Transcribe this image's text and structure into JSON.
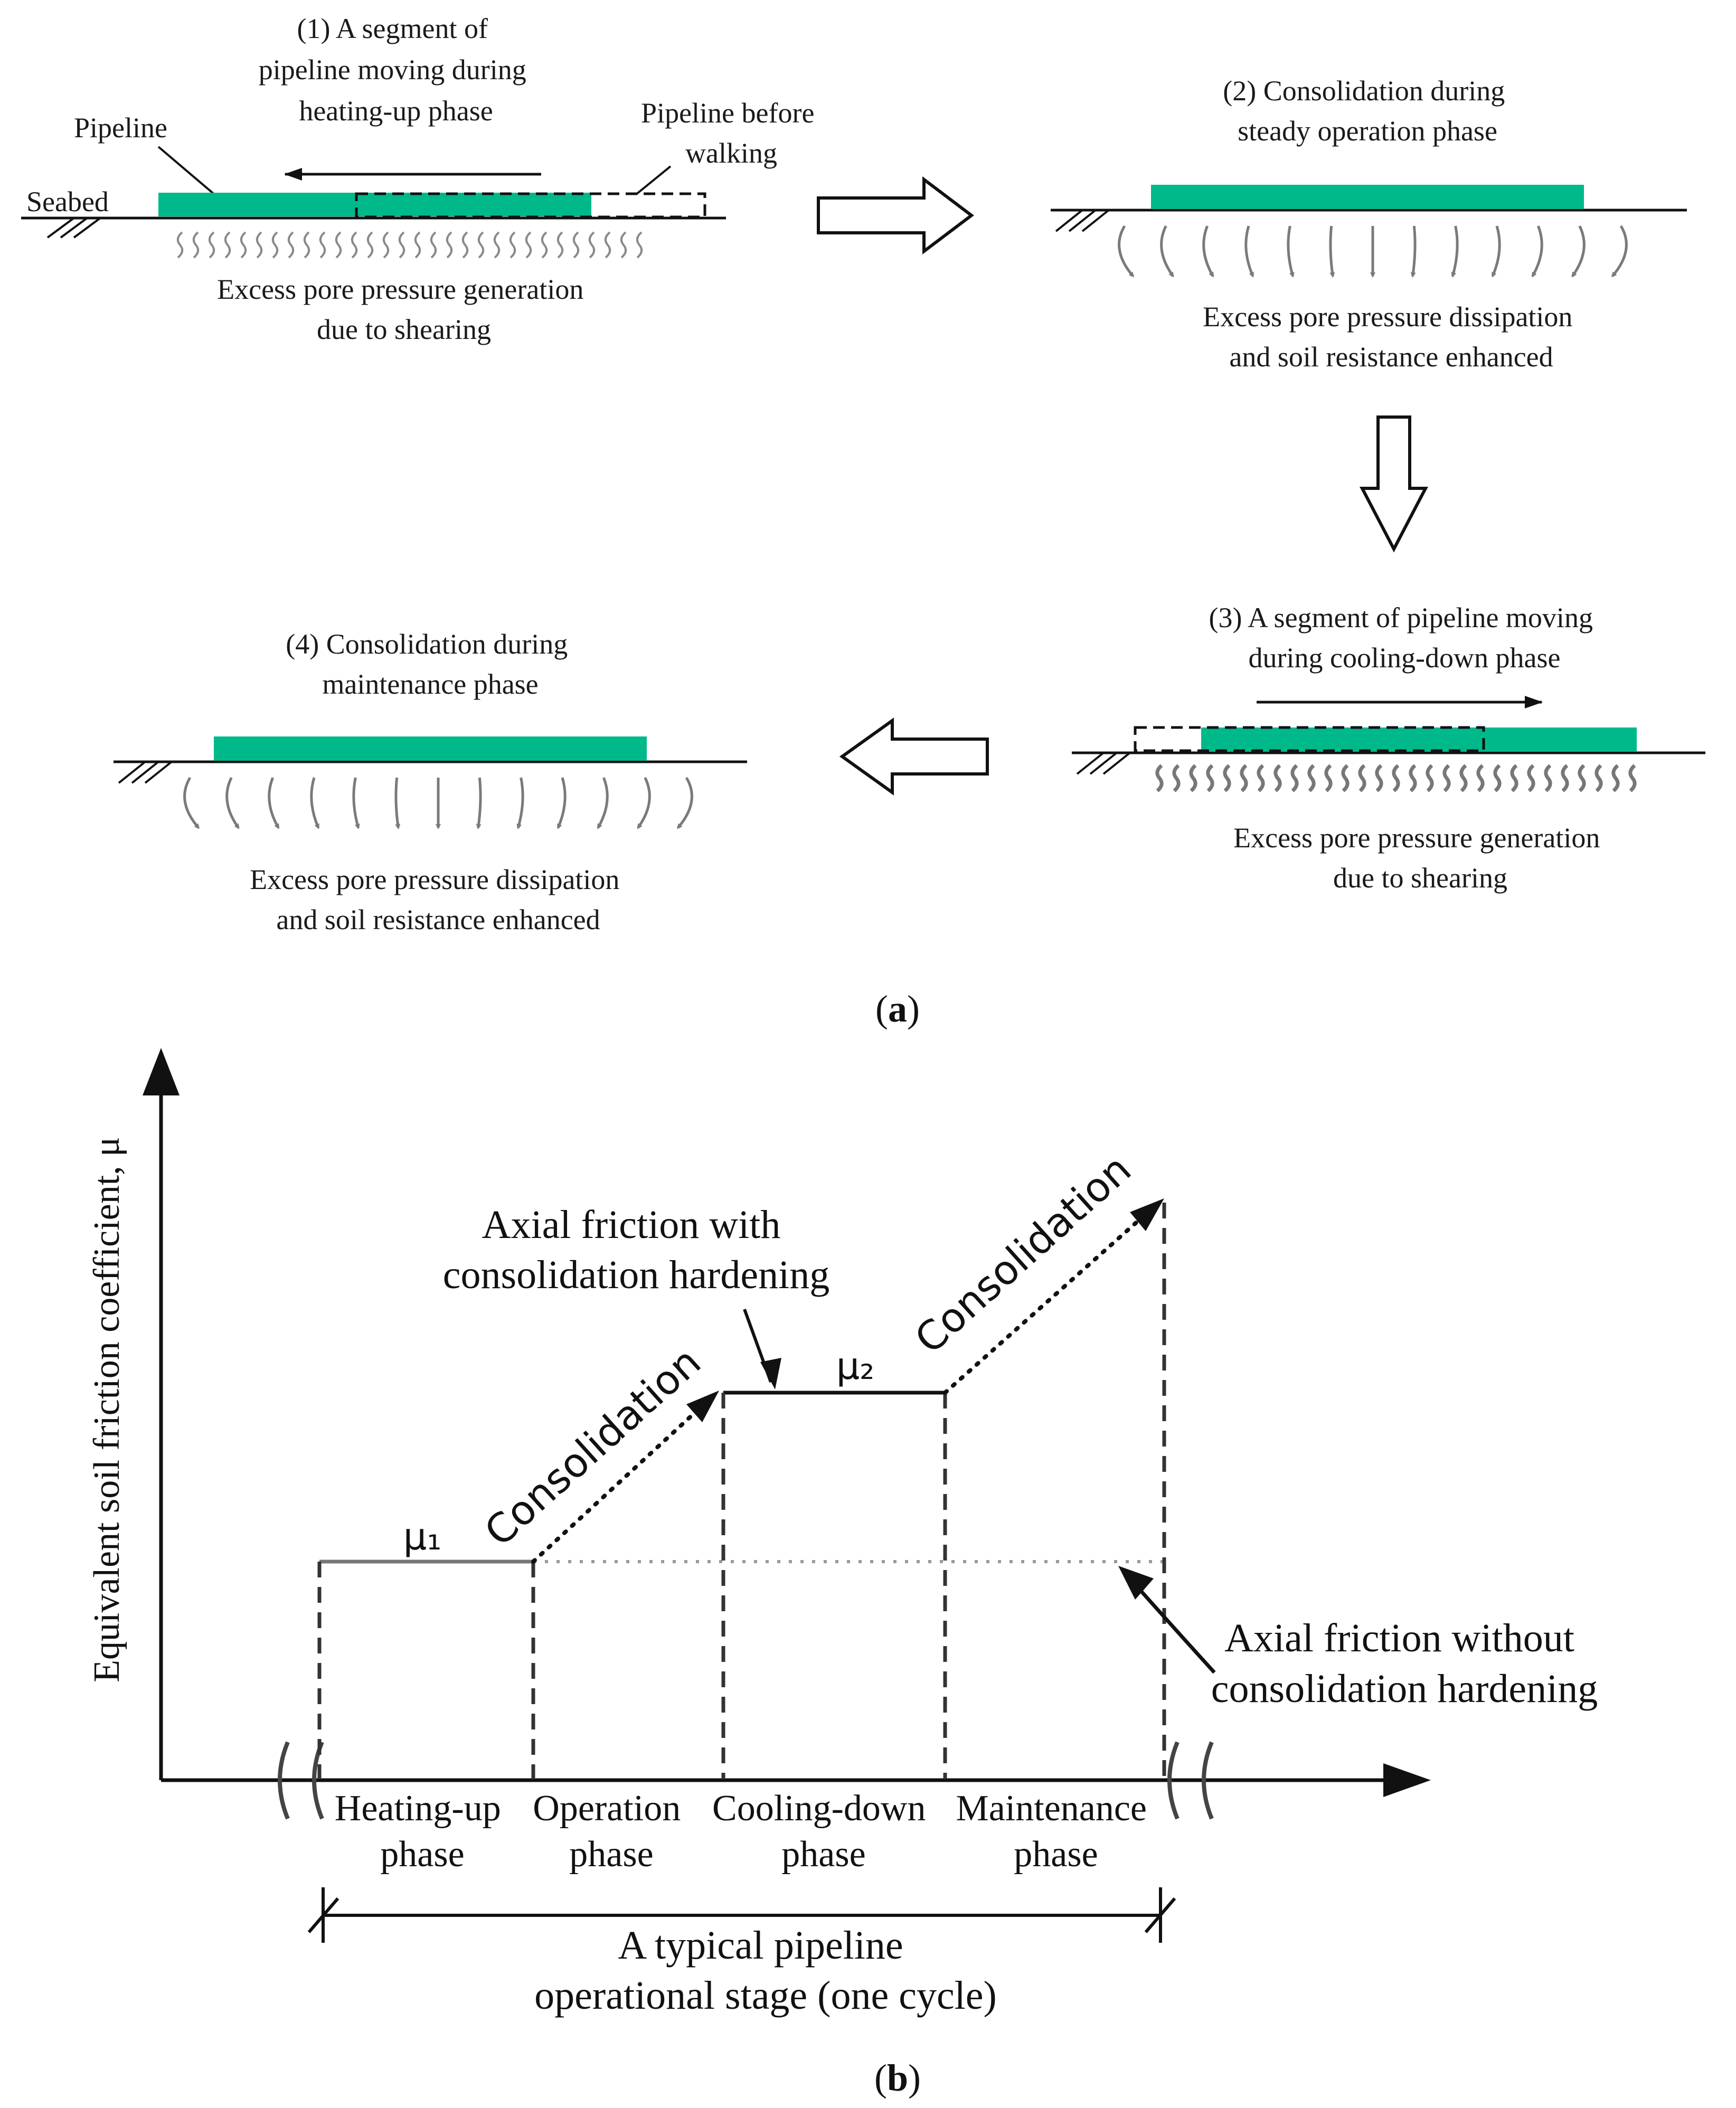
{
  "colors": {
    "pipeline": "#00b98a",
    "ink": "#111111",
    "soil_arrow": "#7a7a7a",
    "mu1_line": "#777777",
    "no_hardening_line": "#999999"
  },
  "panel_a": {
    "caption_open": "(",
    "caption_letter": "a",
    "caption_close": ")",
    "step1": {
      "title_lines": [
        "(1) A segment of",
        "pipeline moving during",
        "heating-up  phase"
      ],
      "pipeline_label": "Pipeline",
      "seabed_label": "Seabed",
      "before_label_lines": [
        "Pipeline before",
        "walking"
      ],
      "bottom_lines": [
        "Excess pore pressure generation",
        "due to shearing"
      ]
    },
    "step2": {
      "title_lines": [
        "(2) Consolidation during",
        "steady operation phase"
      ],
      "bottom_lines": [
        "Excess pore pressure dissipation",
        "and soil resistance enhanced"
      ]
    },
    "step3": {
      "title_lines": [
        "(3) A segment of pipeline moving",
        "during cooling-down phase"
      ],
      "bottom_lines": [
        "Excess pore pressure generation",
        "due to shearing"
      ]
    },
    "step4": {
      "title_lines": [
        "(4) Consolidation during",
        "maintenance  phase"
      ],
      "bottom_lines": [
        "Excess pore pressure dissipation",
        "and soil resistance enhanced"
      ]
    }
  },
  "panel_b": {
    "caption_open": "(",
    "caption_letter": "b",
    "caption_close": ")",
    "y_axis_label": "Equivalent soil friction coefficient, μ",
    "mu1_label": "μ₁",
    "mu2_label": "μ₂",
    "consolidation_label": "Consolidation",
    "with_hardening_lines": [
      "Axial friction with",
      "consolidation hardening"
    ],
    "without_hardening_lines": [
      "Axial friction without",
      "consolidation hardening"
    ],
    "phases": [
      {
        "lines": [
          "Heating-up",
          "phase"
        ]
      },
      {
        "lines": [
          "Operation",
          "phase"
        ]
      },
      {
        "lines": [
          "Cooling-down",
          "phase"
        ]
      },
      {
        "lines": [
          "Maintenance",
          "phase"
        ]
      }
    ],
    "cycle_label_lines": [
      "A typical pipeline",
      "operational stage (one cycle)"
    ]
  }
}
